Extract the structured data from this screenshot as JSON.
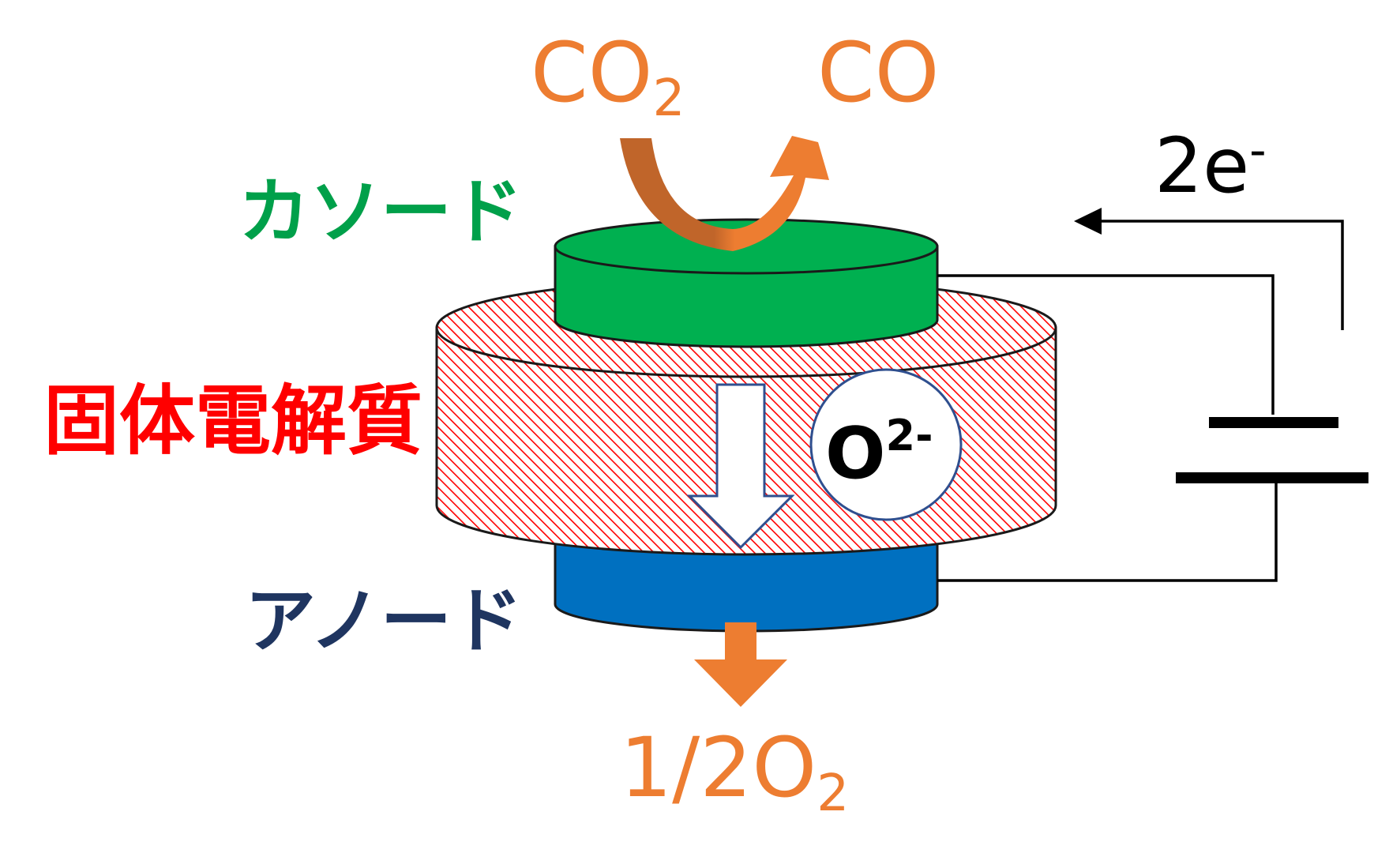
{
  "labels": {
    "cathode": "カソード",
    "electrolyte": "固体電解質",
    "anode": "アノード"
  },
  "species": {
    "co2_main": "CO",
    "co2_sub": "2",
    "co": "CO",
    "o2_fraction_main": "1/2O",
    "o2_fraction_sub": "2",
    "electron_main": "2e",
    "electron_sup": "-",
    "oxide_ion_main": "O",
    "oxide_ion_sup": "2-"
  },
  "colors": {
    "cathode": "#00b050",
    "electrolyte_hatch": "#ff0000",
    "anode": "#0070c0",
    "species_text": "#ed7d31",
    "curved_arrow_dark": "#c0652a",
    "curved_arrow_light": "#ed7d31",
    "cathode_label": "#00a04a",
    "electrolyte_label": "#ff0000",
    "anode_label": "#1f3560",
    "ion_arrow_border": "#2f4f8f",
    "wire": "#000000"
  }
}
